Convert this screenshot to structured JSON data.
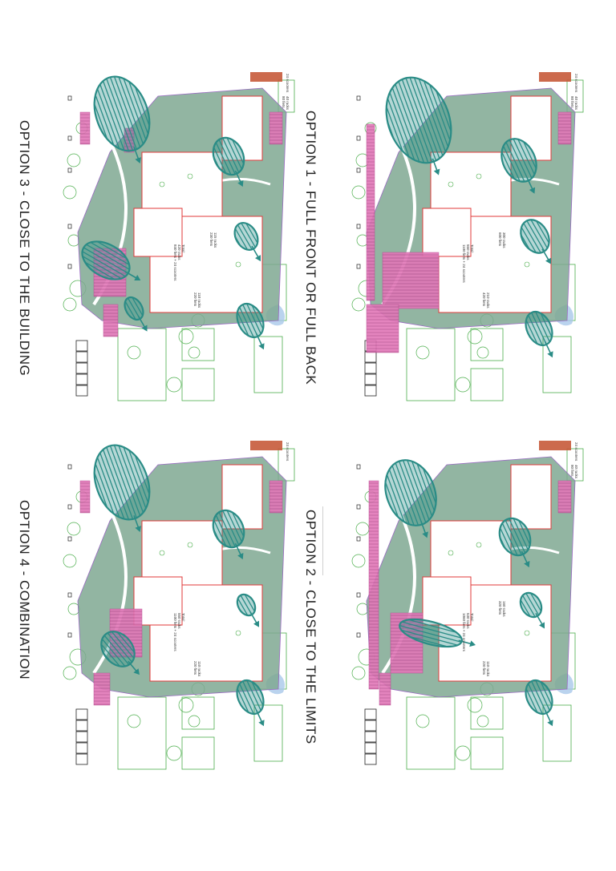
{
  "options": [
    {
      "caption": "OPTION 1 - FULL FRONT OR FULL BACK",
      "labels": {
        "top_a": "24 scooters",
        "top_b": "40 racks\n80 fiets",
        "mid": "300 racks\n600 fiets",
        "total": "Total:\n550 racks\n1100 fiets + 24 scooters",
        "right": "210 racks\n420 fiets"
      }
    },
    {
      "caption": "OPTION 2 - CLOSE TO THE LIMITS",
      "labels": {
        "top_a": "24 scooters",
        "top_b": "40 racks\n80 fiets",
        "mid": "160 racks\n320 fiets",
        "total": "Total:\n530 racks\n1060 fiets + 24 scooters",
        "right": "110 racks\n220 fiets"
      }
    },
    {
      "caption": "OPTION 3 - CLOSE TO THE BUILDING",
      "labels": {
        "top_a": "24 scooters",
        "top_b": "40 racks\n80 fiets",
        "mid": "115 racks\n230 fiets",
        "total": "Total:\n420 racks\n840 fiets + 24 scooters",
        "right": "110 racks\n220 fiets"
      }
    },
    {
      "caption": "OPTION 4 - COMBINATION",
      "labels": {
        "top_a": "24 scooters",
        "top_b": "",
        "mid": "",
        "total": "Total:\n550 racks\n1100 fiets + 24 scooters",
        "right": "110 racks\n220 fiets"
      }
    }
  ],
  "colors": {
    "site_green": "#7fa892",
    "bike_pink": "#e277b8",
    "zone_teal": "#2a8c86",
    "building_red": "#e03a3a",
    "context_green": "#4cae4c",
    "water_blue": "#a9c8ea"
  }
}
